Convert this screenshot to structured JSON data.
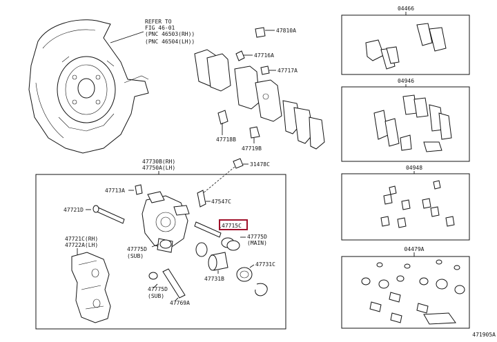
{
  "refer_note": {
    "line1": "REFER TO",
    "line2": "FIG 46-01",
    "line3": "(PNC 46503(RH))",
    "line4": "(PNC 46504(LH))"
  },
  "labels": {
    "p47810A": "47810A",
    "p47716A": "47716A",
    "p47717A": "47717A",
    "p47718B": "47718B",
    "p47719B": "47719B",
    "p47730B": "47730B(RH)",
    "p47750A": "47750A(LH)",
    "p31478C": "31478C",
    "p47713A": "47713A",
    "p47547C": "47547C",
    "p47721D": "47721D",
    "p47715C": "47715C",
    "p47775D_main": "47775D",
    "main_tag": "(MAIN)",
    "p47775D_sub1": "47775D",
    "sub_tag1": "(SUB)",
    "p47721C": "47721C(RH)",
    "p47722A": "47722A(LH)",
    "p47731C": "47731C",
    "p47731B": "47731B",
    "p47775D_sub2": "47775D",
    "sub_tag2": "(SUB)",
    "p47769A": "47769A"
  },
  "kits": [
    {
      "code": "04466"
    },
    {
      "code": "04946"
    },
    {
      "code": "04948"
    },
    {
      "code": "04479A"
    }
  ],
  "figure_code": "471905A",
  "highlight_color": "#a0102a"
}
